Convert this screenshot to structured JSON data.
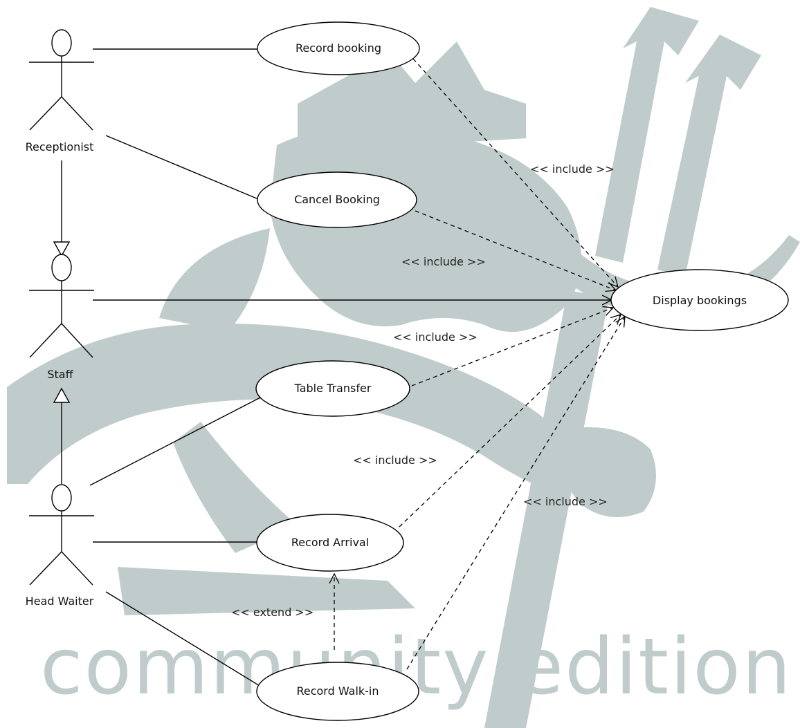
{
  "diagram": {
    "actors": {
      "receptionist": "Receptionist",
      "staff": "Staff",
      "head_waiter": "Head Waiter"
    },
    "use_cases": {
      "record_booking": "Record booking",
      "cancel_booking": "Cancel Booking",
      "display_bookings": "Display bookings",
      "table_transfer": "Table Transfer",
      "record_arrival": "Record Arrival",
      "record_walkin": "Record Walk-in"
    },
    "relations": {
      "include_1": "<< include >>",
      "include_2": "<< include >>",
      "include_3": "<< include >>",
      "include_4": "<< include >>",
      "include_5": "<< include >>",
      "extend_1": "<< extend >>"
    },
    "watermark": "community edition",
    "colors": {
      "watermark": "#c0cccb",
      "line": "#000000",
      "background": "#ffffff"
    }
  }
}
